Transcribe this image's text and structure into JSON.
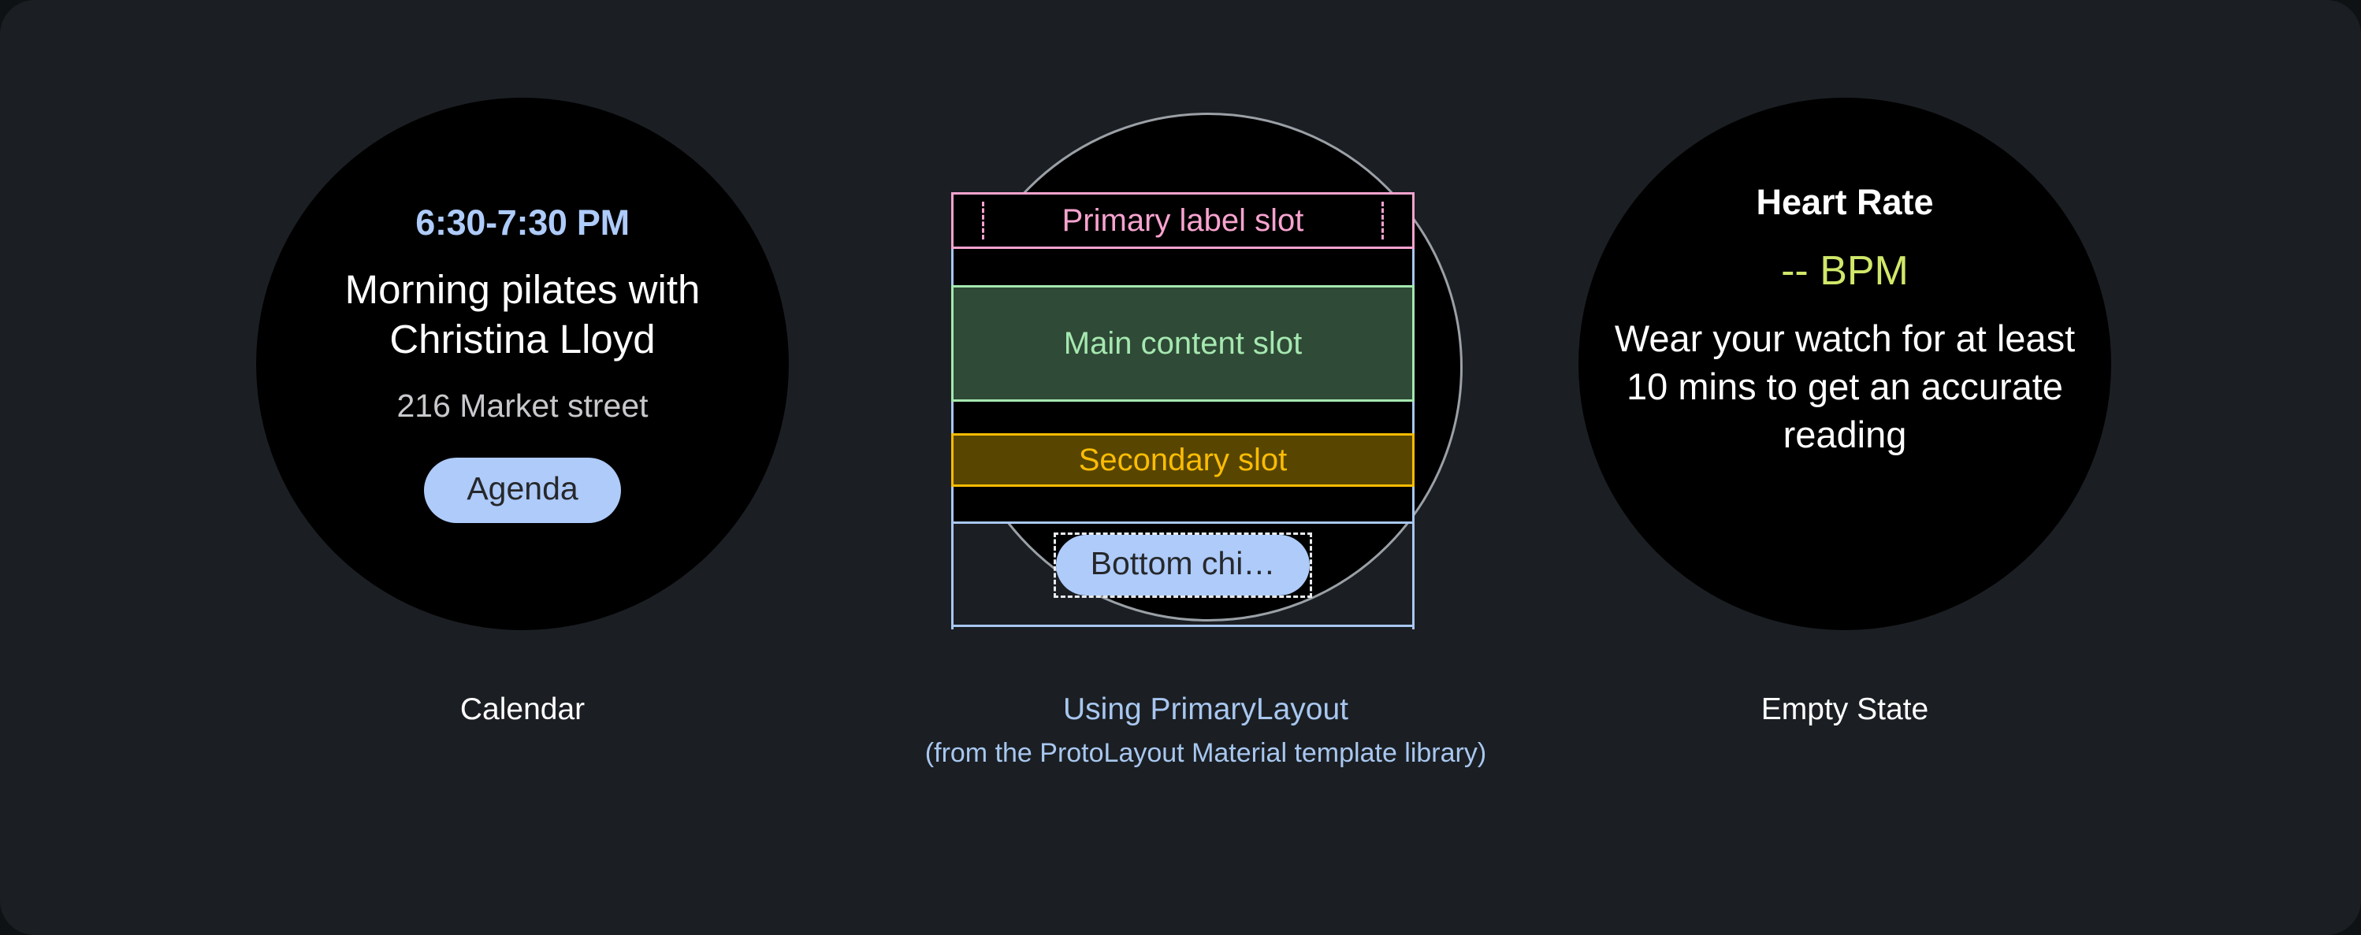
{
  "canvas": {
    "background_color": "#1b1f23",
    "watch_face_color": "#000000"
  },
  "calendar_watch": {
    "time_range": "6:30-7:30 PM",
    "time_color": "#aecbfa",
    "event_title": "Morning pilates with Christina Lloyd",
    "title_color": "#ffffff",
    "location": "216 Market street",
    "location_color": "#c7c9cc",
    "chip_label": "Agenda",
    "chip_bg": "#aecbfa",
    "chip_text_color": "#26282b",
    "caption": "Calendar"
  },
  "primary_layout_diagram": {
    "circle_outline_color": "#9aa0a6",
    "frame_color": "#a8c7f0",
    "slots": [
      {
        "id": "primary-label",
        "label": "Primary label slot",
        "border_color": "#f8a3cf",
        "fill_color": "#000000",
        "text_color": "#f8a3cf",
        "guides": "dashed-vertical"
      },
      {
        "id": "main-content",
        "label": "Main content slot",
        "border_color": "#a5e8b0",
        "fill_color": "#2f4a36",
        "text_color": "#a5e8b0"
      },
      {
        "id": "secondary",
        "label": "Secondary slot",
        "border_color": "#fbbc04",
        "fill_color": "#584600",
        "text_color": "#fbbc04"
      }
    ],
    "bottom_chip": {
      "label": "Bottom chi…",
      "bg": "#aecbfa",
      "text_color": "#26282b",
      "outline_style": "dashed",
      "outline_color": "#e8eaed"
    },
    "caption_main": "Using PrimaryLayout",
    "caption_sub": "(from the ProtoLayout Material template library)",
    "caption_color": "#a8c7f0"
  },
  "empty_state_watch": {
    "title": "Heart Rate",
    "title_color": "#ffffff",
    "value": "-- BPM",
    "value_color": "#d0e86a",
    "description": "Wear your watch for at least 10 mins to get an accurate reading",
    "description_color": "#ffffff",
    "caption": "Empty State"
  }
}
